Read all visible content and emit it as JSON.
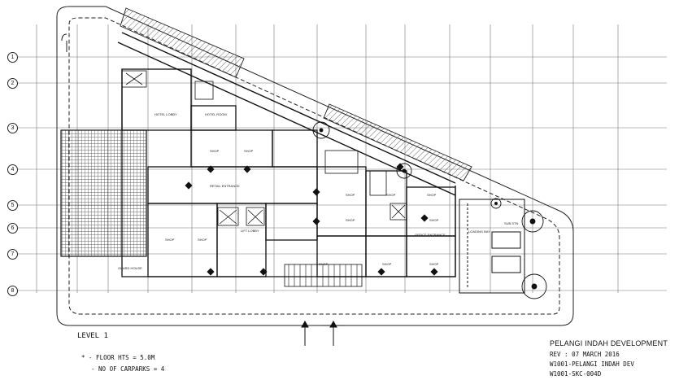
{
  "grid": {
    "rows": [
      "1",
      "2",
      "3",
      "4",
      "5",
      "6",
      "7",
      "8"
    ]
  },
  "rooms": {
    "hotel_lobby": "HOTEL LOBBY",
    "hotel_room": "HOTEL ROOM",
    "shop": "SHOP",
    "retail_entrance": "RETAIL ENTRANCE",
    "office_entrance": "OFFICE ENTRANCE",
    "loading_bay": "LOADING BAY",
    "lift_lobby": "LIFT LOBBY",
    "guard_house": "GUARD HOUSE",
    "sub_station": "SUB STN"
  },
  "notes": {
    "level": "LEVEL 1",
    "line1": "* - FLOOR HTS = 5.0M",
    "line2": "- NO OF CARPARKS = 4"
  },
  "title_block": {
    "project": "PELANGI INDAH DEVELOPMENT",
    "rev": "REV : 07 MARCH 2016",
    "code1": "W1001-PELANGI INDAH DEV",
    "code2": "W1001-SKC-004D"
  }
}
